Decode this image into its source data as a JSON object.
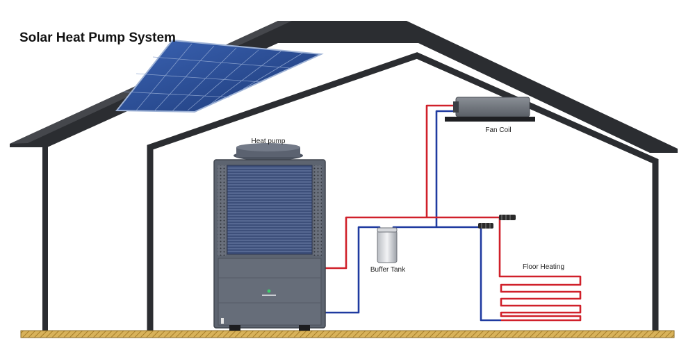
{
  "title": "Solar Heat Pump System",
  "labels": {
    "heat_pump": "Heat pump",
    "fan_coil": "Fan Coil",
    "buffer_tank": "Buffer Tank",
    "floor_heating": "Floor Heating"
  },
  "colors": {
    "hot_pipe": "#d0202a",
    "cold_pipe": "#1f3aa0",
    "roof": "#2b2d31",
    "wall": "#2b2d31",
    "ground": "#c9a24a",
    "heat_pump_body": "#5d6470",
    "solar_panel": "#2c4d8f"
  }
}
